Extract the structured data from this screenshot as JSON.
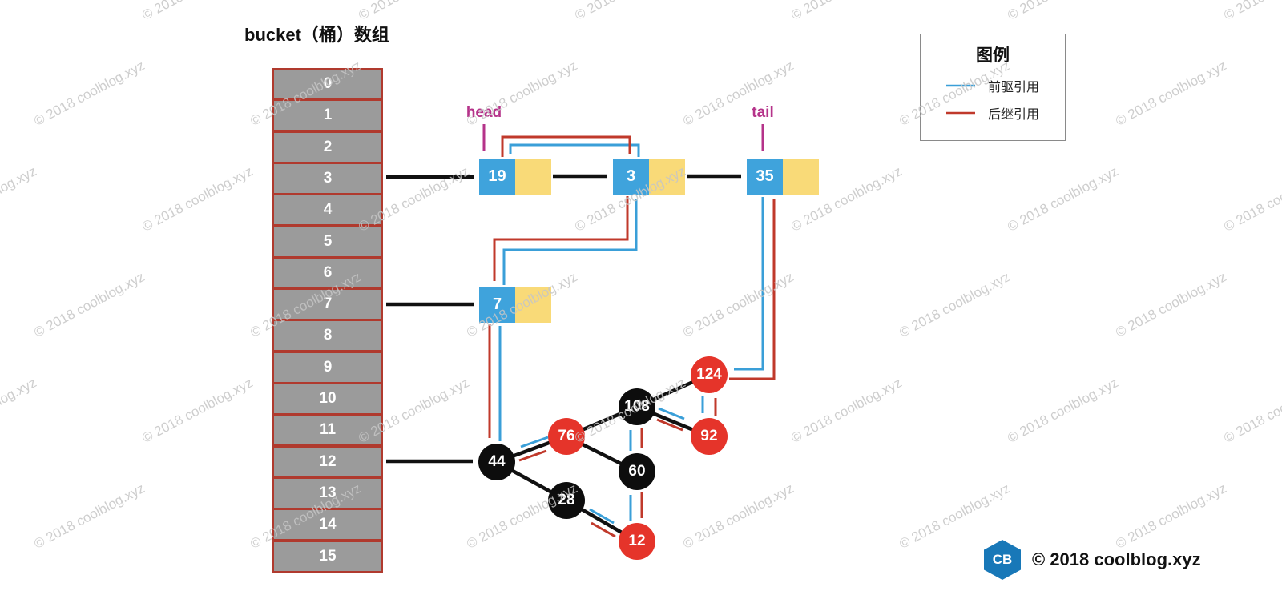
{
  "title": "bucket（桶）数组",
  "watermark_text": "© 2018 coolblog.xyz",
  "pointers": {
    "head": "head",
    "tail": "tail"
  },
  "legend": {
    "title": "图例",
    "items": [
      {
        "name": "predecessor",
        "label": "前驱引用",
        "color": "#3a9fd8"
      },
      {
        "name": "successor",
        "label": "后继引用",
        "color": "#c0392b"
      }
    ]
  },
  "bucket": {
    "cells": [
      "0",
      "1",
      "2",
      "3",
      "4",
      "5",
      "6",
      "7",
      "8",
      "9",
      "10",
      "11",
      "12",
      "13",
      "14",
      "15"
    ]
  },
  "bucket_links": [
    {
      "bucket": "3",
      "points_to": "19"
    },
    {
      "bucket": "7",
      "points_to": "7"
    },
    {
      "bucket": "12",
      "points_to": "44"
    }
  ],
  "linked_list": {
    "nodes": [
      {
        "key": "19"
      },
      {
        "key": "3"
      },
      {
        "key": "35"
      },
      {
        "key": "7"
      }
    ]
  },
  "tree": {
    "nodes": [
      {
        "value": "44",
        "color": "black"
      },
      {
        "value": "76",
        "color": "red"
      },
      {
        "value": "28",
        "color": "black"
      },
      {
        "value": "108",
        "color": "black"
      },
      {
        "value": "60",
        "color": "black"
      },
      {
        "value": "12",
        "color": "red"
      },
      {
        "value": "124",
        "color": "red"
      },
      {
        "value": "92",
        "color": "red"
      }
    ],
    "edges": [
      [
        "44",
        "76"
      ],
      [
        "44",
        "28"
      ],
      [
        "76",
        "60"
      ],
      [
        "76",
        "108"
      ],
      [
        "108",
        "92"
      ],
      [
        "108",
        "124"
      ],
      [
        "28",
        "12"
      ]
    ]
  },
  "footer": {
    "logo": "CB",
    "copyright": "© 2018 coolblog.xyz"
  },
  "palette": {
    "bucket_fill": "#9b9b9b",
    "bucket_border": "#b03a2e",
    "node_key_fill": "#3fa3dc",
    "node_value_fill": "#f9da78",
    "tree_black": "#0d0d0d",
    "tree_red": "#e5342a",
    "predecessor_arrow": "#3a9fd8",
    "successor_arrow": "#c0392b",
    "pointer_label": "#b5338a",
    "link_arrow": "#111111",
    "watermark": "#c6c6c6",
    "logo_blue": "#1878b8"
  }
}
